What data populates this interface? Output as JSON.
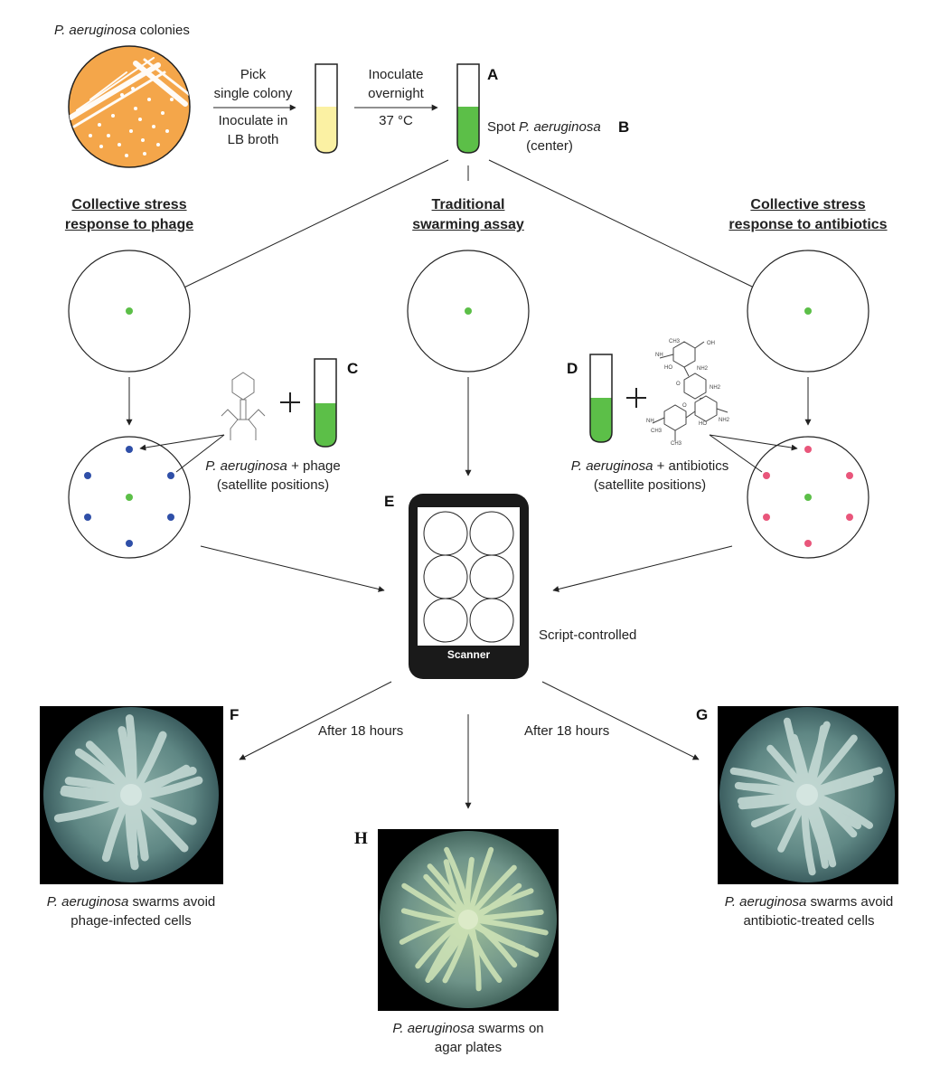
{
  "colonies_label": {
    "italic": "P. aeruginosa",
    "rest": " colonies"
  },
  "step1": {
    "pick": "Pick",
    "single": "single colony",
    "inoc": "Inoculate in",
    "broth": "LB broth"
  },
  "step2": {
    "inoc": "Inoculate",
    "overnight": "overnight",
    "temp": "37 °C"
  },
  "spot": {
    "pre": "Spot ",
    "italic": "P. aeruginosa",
    "center": "(center)"
  },
  "titles": {
    "phage_l1": "Collective stress",
    "phage_l2": "response to phage",
    "trad_l1": "Traditional",
    "trad_l2": "swarming assay",
    "abx_l1": "Collective stress",
    "abx_l2": "response to antibiotics"
  },
  "phage_combo": {
    "italic": "P. aeruginosa",
    "rest": " + phage",
    "sat": "(satellite positions)"
  },
  "abx_combo": {
    "italic": "P. aeruginosa",
    "rest": " + antibiotics",
    "sat": "(satellite positions)"
  },
  "scanner": {
    "label": "Scanner",
    "note": "Script-controlled"
  },
  "after": {
    "left": "After 18 hours",
    "right": "After 18 hours"
  },
  "captions": {
    "f_italic": "P. aeruginosa",
    "f_rest": " swarms avoid",
    "f_l2": "phage-infected cells",
    "g_italic": "P. aeruginosa",
    "g_rest": " swarms avoid",
    "g_l2": "antibiotic-treated cells",
    "h_italic": "P. aeruginosa",
    "h_rest": " swarms on",
    "h_l2": "agar plates"
  },
  "letters": {
    "a": "A",
    "b": "B",
    "c": "C",
    "d": "D",
    "e": "E",
    "f": "F",
    "g": "G",
    "h": "H"
  },
  "colors": {
    "plate_orange": "#f4a64a",
    "broth_yellow": "#fbf1a3",
    "culture_green": "#5cbf48",
    "phage_blue": "#2f4fa8",
    "antibiotic_pink": "#e9567b",
    "scanner_black": "#1a1a1a"
  }
}
